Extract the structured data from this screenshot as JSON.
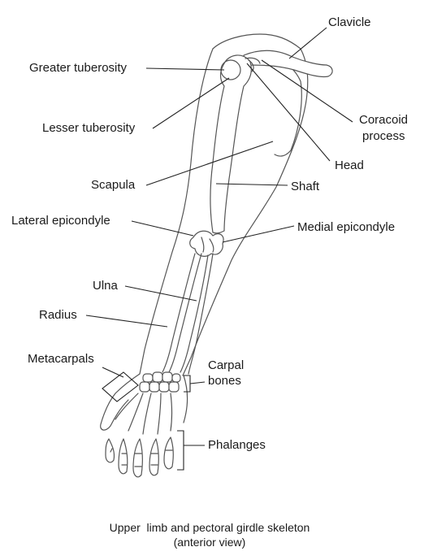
{
  "labels": {
    "clavicle": "Clavicle",
    "greater_tuberosity": "Greater tuberosity",
    "coracoid_process_line1": "Coracoid",
    "coracoid_process_line2": "process",
    "lesser_tuberosity": "Lesser tuberosity",
    "head": "Head",
    "scapula": "Scapula",
    "shaft": "Shaft",
    "lateral_epicondyle": "Lateral epicondyle",
    "medial_epicondyle": "Medial epicondyle",
    "ulna": "Ulna",
    "radius": "Radius",
    "metacarpals": "Metacarpals",
    "carpal_bones_line1": "Carpal",
    "carpal_bones_line2": "bones",
    "phalanges": "Phalanges"
  },
  "caption": {
    "line1": "Upper  limb and pectoral girdle skeleton",
    "line2": "(anterior view)"
  }
}
